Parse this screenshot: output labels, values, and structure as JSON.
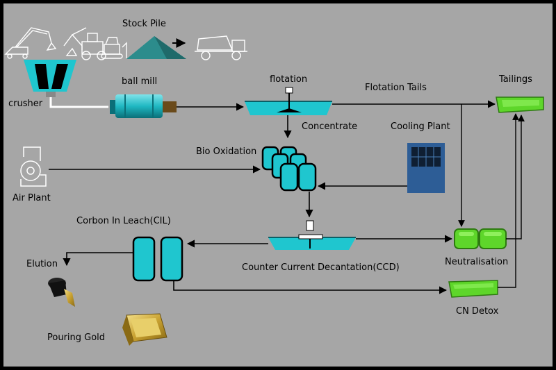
{
  "labels": {
    "stock_pile": "Stock Pile",
    "crusher": "crusher",
    "ball_mill": "ball mill",
    "flotation": "flotation",
    "flotation_tails": "Flotation Tails",
    "tailings": "Tailings",
    "concentrate": "Concentrate",
    "cooling_plant": "Cooling Plant",
    "bio_oxidation": "Bio Oxidation",
    "air_plant": "Air Plant",
    "cil": "Corbon In Leach(CIL)",
    "ccd": "Counter Current Decantation(CCD)",
    "neutralisation": "Neutralisation",
    "elution": "Elution",
    "cn_detox": "CN Detox",
    "pouring_gold": "Pouring Gold"
  },
  "colors": {
    "background": "#a6a6a6",
    "frame": "#000000",
    "cyan": "#1fc6cf",
    "green": "#5ed62a",
    "pipe": "#000000",
    "ore": "#2f8f8f",
    "gold": "#d6b640",
    "cooling_blue": "#2d5d96"
  }
}
